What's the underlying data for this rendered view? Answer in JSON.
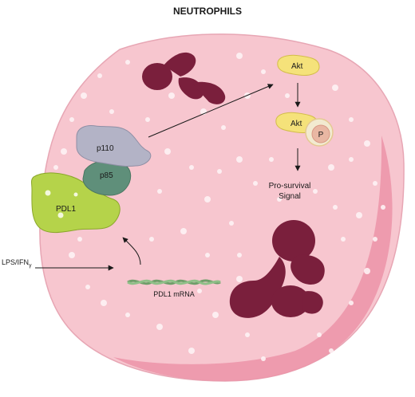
{
  "title": "NEUTROPHILS",
  "labels": {
    "p110": "p110",
    "p85": "p85",
    "pdl1": "PDL1",
    "akt_top": "Akt",
    "akt_bottom": "Akt",
    "phospho": "P",
    "pro_survival_1": "Pro-survival",
    "pro_survival_2": "Signal",
    "stimulus": "LPS/IFN",
    "stimulus_sub": "γ",
    "mrna": "PDL1 mRNA"
  },
  "colors": {
    "cell": "#f7c6cf",
    "cell_rim": "#e98aa0",
    "nucleus": "#7a1f3c",
    "pdl1": "#b5d34a",
    "p110": "#b3b3c6",
    "p85": "#5f8f7a",
    "akt": "#f5e27a",
    "phospho": "#e9b7a3",
    "mrna": "#6f9e6a"
  }
}
